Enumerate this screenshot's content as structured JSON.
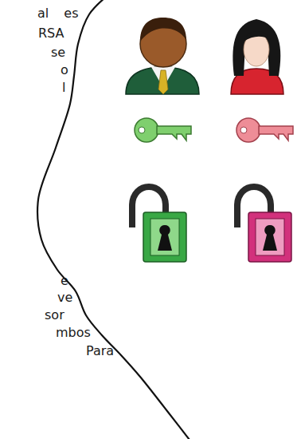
{
  "diagram": {
    "labels": [
      "al es",
      "RSA",
      "se",
      "o",
      "l",
      "e",
      "ve",
      "sor",
      "mbos",
      "Para"
    ]
  }
}
